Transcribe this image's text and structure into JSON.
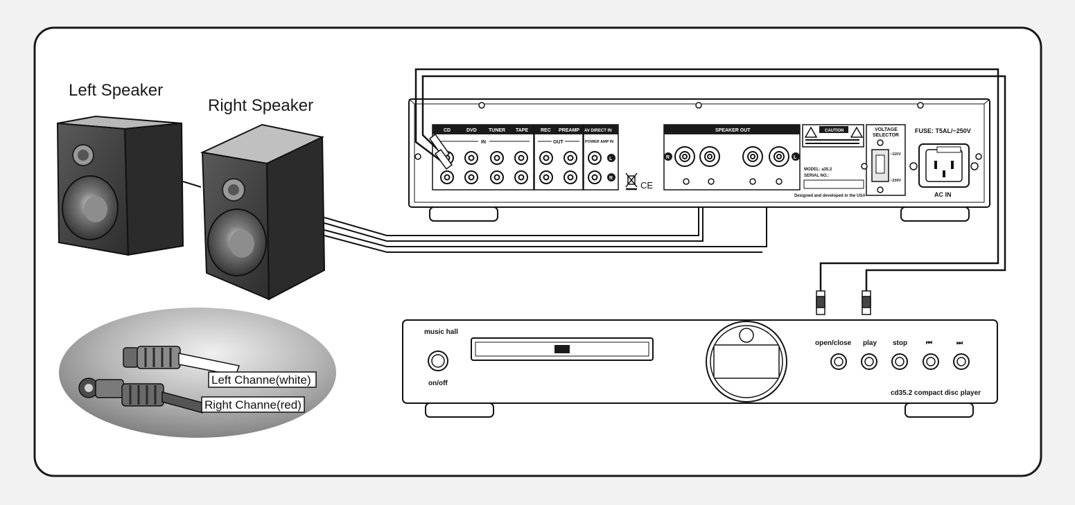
{
  "labels": {
    "left_speaker": "Left Speaker",
    "right_speaker": "Right Speaker",
    "left_channel": "Left Channe(white)",
    "right_channel": "Right Channe(red)"
  },
  "amplifier": {
    "inputs": [
      "CD",
      "DVD",
      "TUNER",
      "TAPE"
    ],
    "in_label": "IN",
    "outputs": [
      "REC",
      "PREAMP"
    ],
    "out_label": "OUT",
    "av_direct": "AV DIRECT IN",
    "power_amp_in": "POWER AMP IN",
    "channel_l": "L",
    "channel_r": "R",
    "ce_mark": "CE",
    "speaker_out": "SPEAKER OUT",
    "caution": "CAUTION",
    "model": "MODEL: a35.2",
    "serial": "SERIAL NO.:",
    "designed": "Designed and developed in the USA",
    "voltage_selector_1": "VOLTAGE",
    "voltage_selector_2": "SELECTOR",
    "v115": "~115V",
    "v230": "~230V",
    "fuse": "FUSE: T5AL/~250V",
    "ac_in": "AC IN"
  },
  "cd_player": {
    "brand": "music hall",
    "power_label": "on/off",
    "buttons": [
      "open/close",
      "play",
      "stop",
      "⏮",
      "⏭"
    ],
    "model": "cd35.2 compact disc player"
  },
  "colors": {
    "background": "#f2f2f2",
    "frame": "#1a1a1a",
    "speaker_dark": "#3a3a3a",
    "speaker_mid": "#6b6b6b",
    "speaker_light": "#9a9a9a",
    "cable_oval": "#8a8a8a"
  }
}
